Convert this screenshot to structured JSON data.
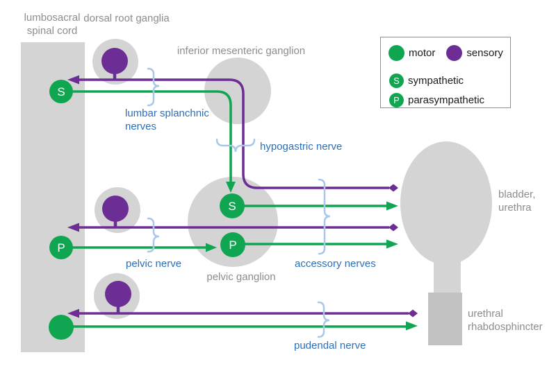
{
  "colors": {
    "motor_green": "#0fa551",
    "sensory_purple": "#6c2d94",
    "shape_gray": "#d4d4d4",
    "sphincter_gray": "#c2c2c2",
    "label_gray": "#8c8c8c",
    "nerve_label_blue": "#2b6fba",
    "bracket_blue": "#a8c7e9"
  },
  "labels": {
    "spinal_cord_1": "lumbosacral",
    "spinal_cord_2": "spinal cord",
    "dorsal_root_ganglia": "dorsal root ganglia",
    "inferior_mesenteric_ganglion": "inferior mesenteric ganglion",
    "pelvic_ganglion": "pelvic ganglion",
    "bladder_1": "bladder,",
    "bladder_2": "urethra",
    "sphincter_1": "urethral",
    "sphincter_2": "rhabdosphincter"
  },
  "nerves": {
    "lumbar_splanchnic_1": "lumbar splanchnic",
    "lumbar_splanchnic_2": "nerves",
    "hypogastric": "hypogastric nerve",
    "pelvic": "pelvic nerve",
    "accessory": "accessory nerves",
    "pudendal": "pudendal nerve"
  },
  "neurons": {
    "sympathetic_letter": "S",
    "parasympathetic_letter": "P"
  },
  "legend": {
    "motor": "motor",
    "sensory": "sensory",
    "sympathetic": "sympathetic",
    "parasympathetic": "parasympathetic",
    "sympathetic_letter": "S",
    "parasympathetic_letter": "P"
  }
}
